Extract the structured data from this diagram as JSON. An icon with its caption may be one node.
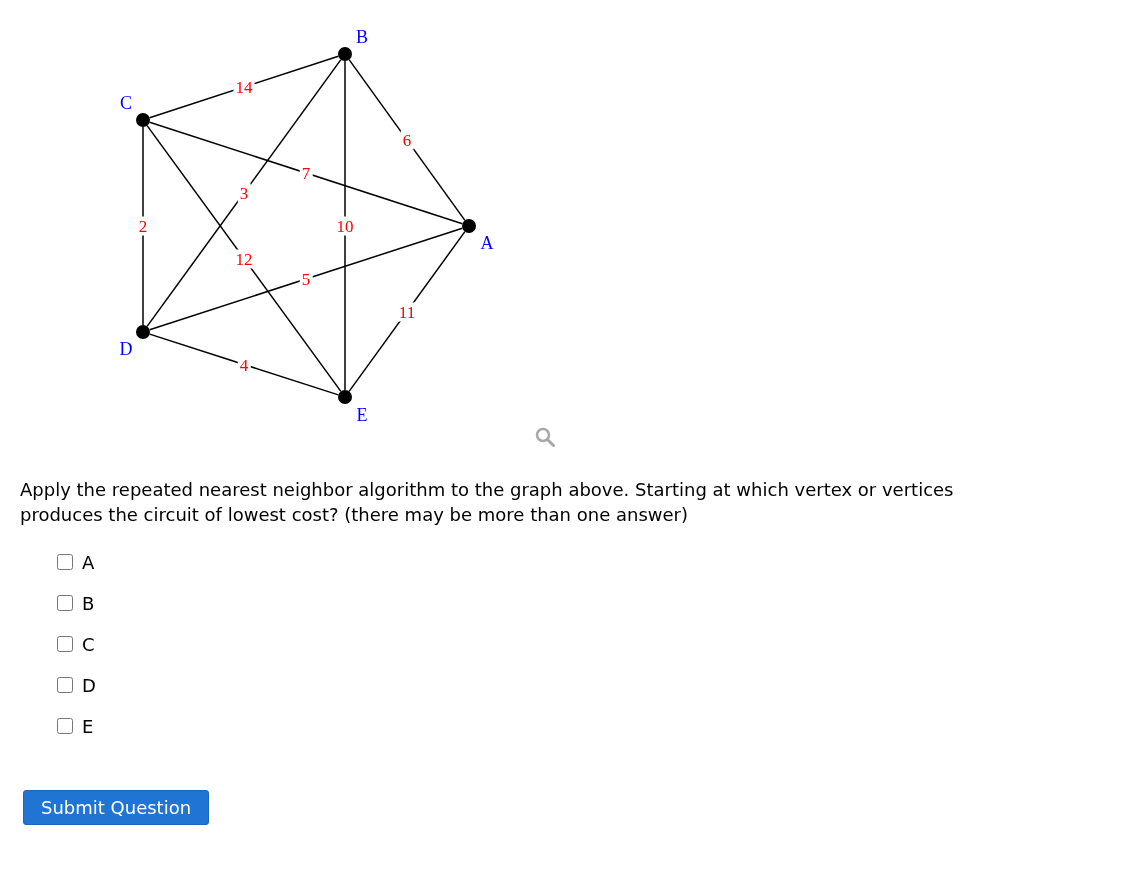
{
  "diagram": {
    "nodes": [
      {
        "text": [
          "B"
        ]
      },
      {
        "text": [
          "C"
        ]
      },
      {
        "text": [
          "A"
        ]
      },
      {
        "text": [
          "D"
        ]
      },
      {
        "text": [
          "E"
        ]
      }
    ],
    "edges": [
      {
        "from": 1,
        "to": 0,
        "arrow": "none",
        "label": "14"
      },
      {
        "from": 0,
        "to": 2,
        "arrow": "none",
        "label": "6"
      },
      {
        "from": 1,
        "to": 2,
        "arrow": "none",
        "label": "7"
      },
      {
        "from": 0,
        "to": 3,
        "arrow": "none",
        "label": "3"
      },
      {
        "from": 1,
        "to": 3,
        "arrow": "none",
        "label": "2"
      },
      {
        "from": 0,
        "to": 4,
        "arrow": "none",
        "label": "10"
      },
      {
        "from": 1,
        "to": 4,
        "arrow": "none",
        "label": "12"
      },
      {
        "from": 3,
        "to": 2,
        "arrow": "none",
        "label": "5"
      },
      {
        "from": 2,
        "to": 4,
        "arrow": "none",
        "label": "11"
      },
      {
        "from": 3,
        "to": 4,
        "arrow": "none",
        "label": "4"
      }
    ],
    "labels": [
      "Apply the repeated nearest neighbor algorithm to the graph above. Starting at which vertex or vertices produces the circuit of lowest cost? (there may be more than one answer)",
      "A",
      "B",
      "C",
      "D",
      "E",
      "Submit Question"
    ]
  }
}
